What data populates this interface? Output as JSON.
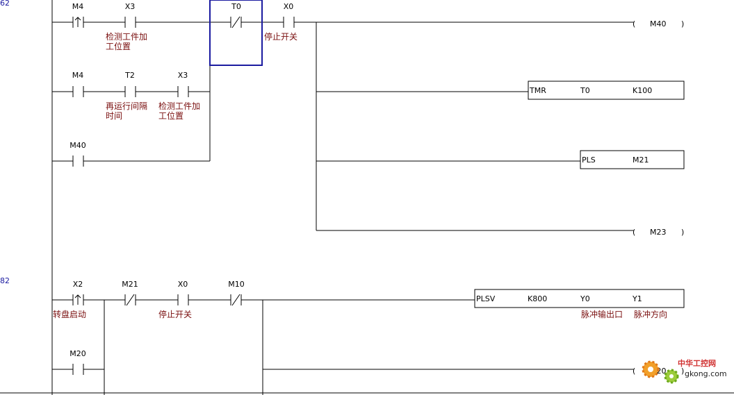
{
  "steps": {
    "s1": "62",
    "s2": "82"
  },
  "rung1": {
    "c1": {
      "addr": "M4",
      "cm": [
        "",
        ""
      ]
    },
    "c2": {
      "addr": "X3",
      "cm": [
        "检测工件加",
        "工位置"
      ]
    },
    "c3": {
      "addr": "T0",
      "cm": [
        "",
        ""
      ]
    },
    "c4": {
      "addr": "X0",
      "cm": [
        "停止开关",
        ""
      ]
    },
    "c5": {
      "addr": "M4",
      "cm": [
        "",
        ""
      ]
    },
    "c6": {
      "addr": "T2",
      "cm": [
        "再运行间隔",
        "时间"
      ]
    },
    "c7": {
      "addr": "X3",
      "cm": [
        "检测工件加",
        "工位置"
      ]
    },
    "c8": {
      "addr": "M40",
      "cm": [
        "",
        ""
      ]
    },
    "coil1": {
      "open": "(",
      "operand": "M40",
      "close": ")"
    },
    "tmr": {
      "op": "TMR",
      "a1": "T0",
      "a2": "K100"
    },
    "pls": {
      "op": "PLS",
      "a1": "M21"
    },
    "coil2": {
      "open": "(",
      "operand": "M23",
      "close": ")"
    }
  },
  "rung2": {
    "c1": {
      "addr": "X2",
      "cm": [
        "转盘启动",
        ""
      ]
    },
    "c2": {
      "addr": "M21",
      "cm": [
        "",
        ""
      ]
    },
    "c3": {
      "addr": "X0",
      "cm": [
        "停止开关",
        ""
      ]
    },
    "c4": {
      "addr": "M10",
      "cm": [
        "",
        ""
      ]
    },
    "c5": {
      "addr": "M20",
      "cm": [
        "",
        ""
      ]
    },
    "plsv": {
      "op": "PLSV",
      "a1": "K800",
      "a2": "Y0",
      "a3": "Y1",
      "cm2": "脉冲输出口",
      "cm3": "脉冲方向"
    },
    "coil1": {
      "open": "(",
      "operand": "M20",
      "close": ")"
    }
  },
  "watermark": {
    "line1": "中华工控网",
    "line2": "gkong.com"
  },
  "colors": {
    "wire": "#000000",
    "comment": "#7a0f0f",
    "cursor": "#1a1aa0",
    "step": "#1a1aa0"
  }
}
